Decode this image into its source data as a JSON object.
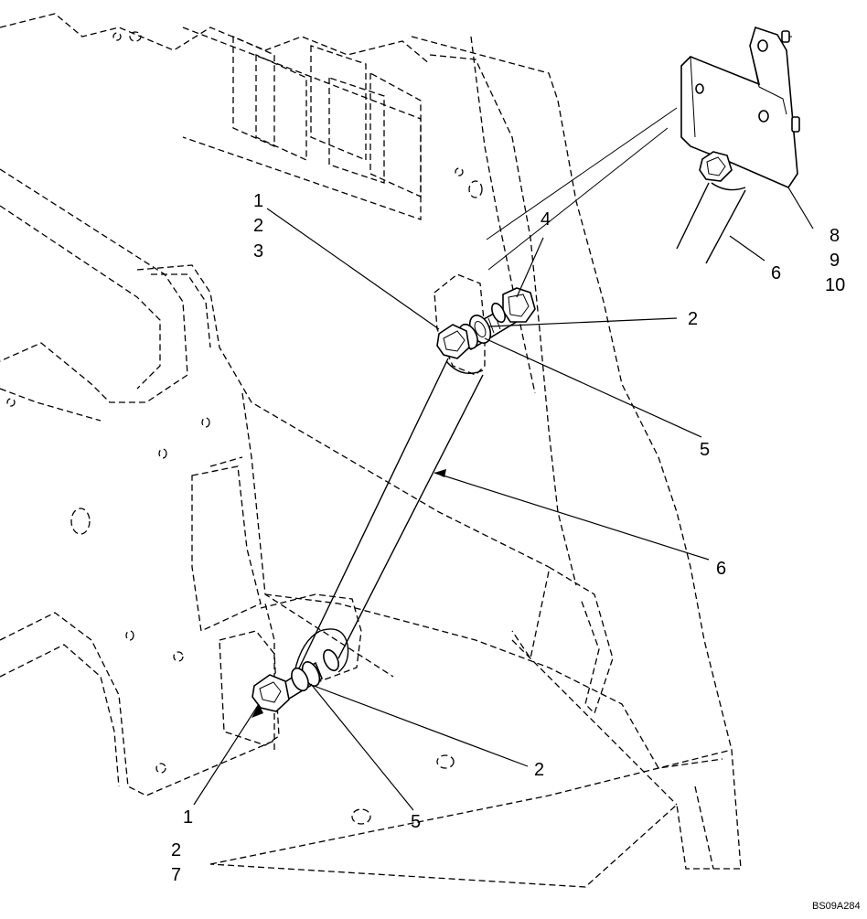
{
  "callouts": {
    "upper_left": [
      "1",
      "2",
      "3"
    ],
    "upper_4": "4",
    "upper_2": "2",
    "upper_5": "5",
    "rod_6": "6",
    "inset_6": "6",
    "inset_right": [
      "8",
      "9",
      "10"
    ],
    "lower_2": "2",
    "lower_5": "5",
    "lower_left": [
      "1",
      "2",
      "7"
    ]
  },
  "drawing_code": "BS09A284"
}
